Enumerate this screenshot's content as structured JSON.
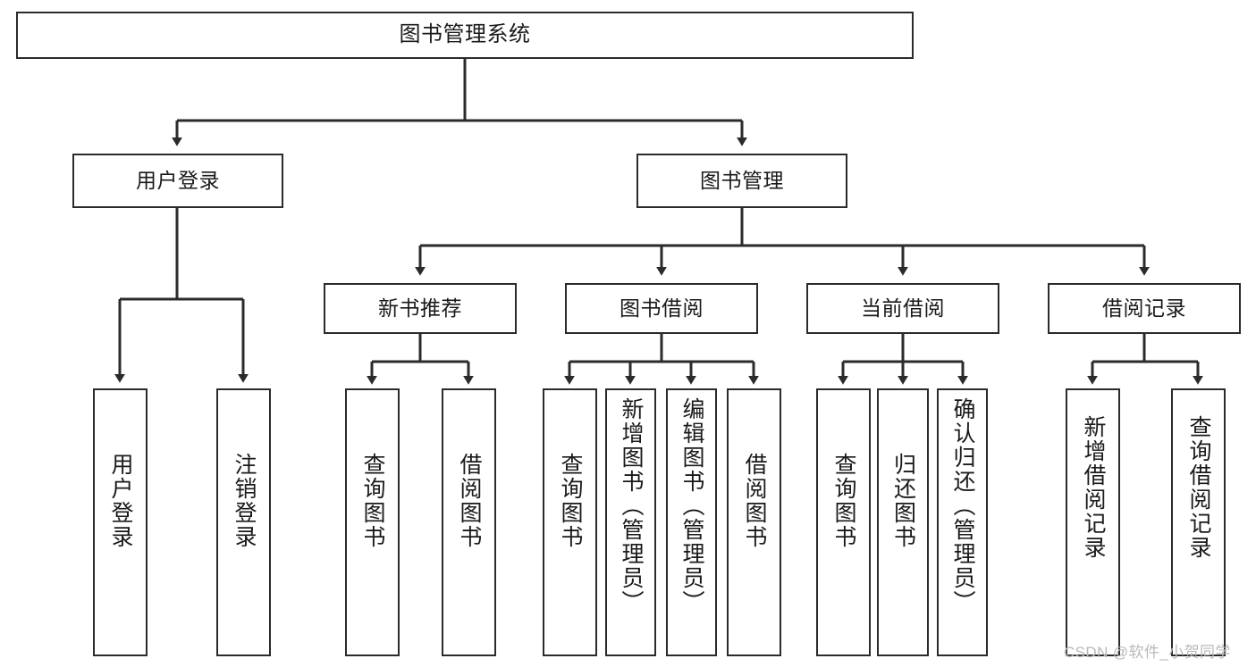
{
  "diagram": {
    "title": "图书管理系统",
    "type": "function-hierarchy-tree",
    "watermark": "CSDN @软件_小贺同学",
    "colors": {
      "border": "#2b2b2b",
      "fill": "#ffffff",
      "edge": "#3a3a3a",
      "text": "#1a1a1a",
      "watermark": "#b9b9b9"
    },
    "nodes": {
      "root": {
        "label": "图书管理系统"
      },
      "level2": [
        {
          "id": "user-login",
          "label": "用户登录"
        },
        {
          "id": "book-manage",
          "label": "图书管理"
        }
      ],
      "level3": [
        {
          "id": "new-book-recommend",
          "label": "新书推荐"
        },
        {
          "id": "book-borrow",
          "label": "图书借阅"
        },
        {
          "id": "current-borrow",
          "label": "当前借阅"
        },
        {
          "id": "borrow-record",
          "label": "借阅记录"
        }
      ],
      "leaves": {
        "user-login": [
          {
            "id": "leaf-user-login",
            "label": "用户登录"
          },
          {
            "id": "leaf-user-logout",
            "label": "注销登录"
          }
        ],
        "new-book-recommend": [
          {
            "id": "leaf-query-book-1",
            "label": "查询图书"
          },
          {
            "id": "leaf-borrow-book-1",
            "label": "借阅图书"
          }
        ],
        "book-borrow": [
          {
            "id": "leaf-query-book-2",
            "label": "查询图书"
          },
          {
            "id": "leaf-add-book",
            "label": "新增图书（管理员）"
          },
          {
            "id": "leaf-edit-book",
            "label": "编辑图书（管理员）"
          },
          {
            "id": "leaf-borrow-book-2",
            "label": "借阅图书"
          }
        ],
        "current-borrow": [
          {
            "id": "leaf-query-book-3",
            "label": "查询图书"
          },
          {
            "id": "leaf-return-book",
            "label": "归还图书"
          },
          {
            "id": "leaf-confirm-return",
            "label": "确认归还（管理员）"
          }
        ],
        "borrow-record": [
          {
            "id": "leaf-add-record",
            "label": "新增借阅记录"
          },
          {
            "id": "leaf-query-record",
            "label": "查询借阅记录"
          }
        ]
      }
    }
  }
}
